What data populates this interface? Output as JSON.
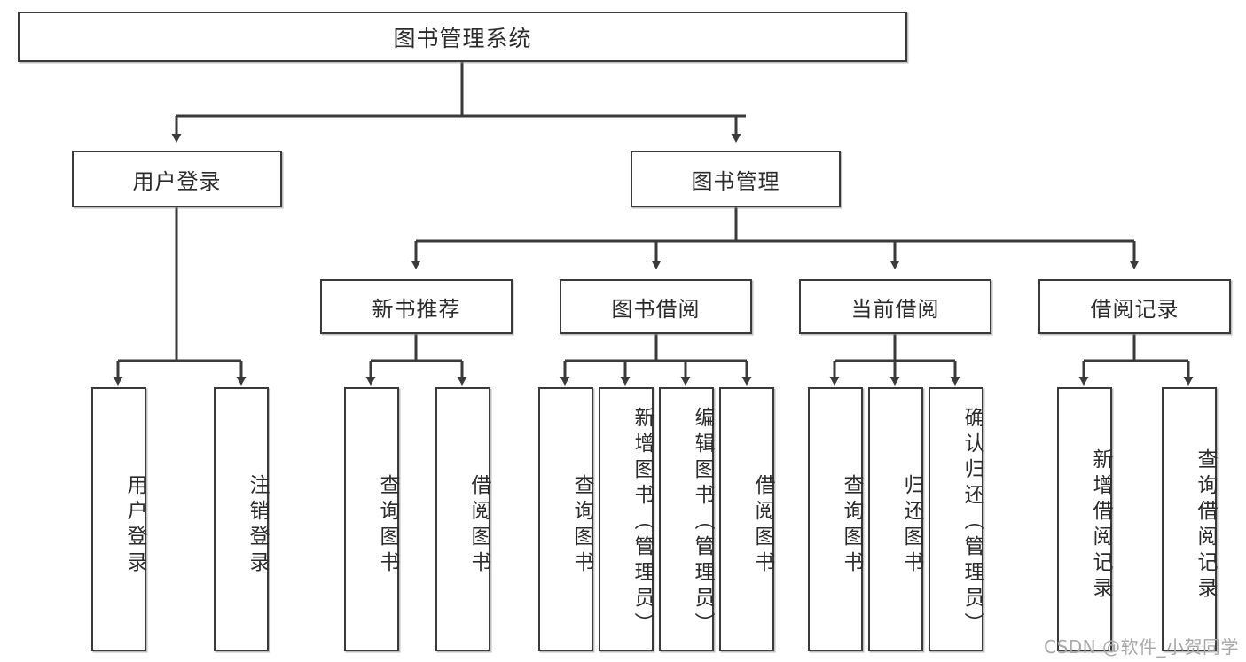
{
  "diagram": {
    "title": "图书管理系统",
    "type": "tree-hierarchy",
    "watermark": "CSDN @软件_小贺同学",
    "colors": {
      "border": "#3a3a3a",
      "background": "#ffffff",
      "text": "#2b2b2b",
      "watermark": "#a8a8a8"
    },
    "levels": {
      "level1": [
        {
          "id": "root",
          "label": "图书管理系统"
        }
      ],
      "level2": [
        {
          "id": "user-login",
          "label": "用户登录",
          "parent": "root"
        },
        {
          "id": "book-manage",
          "label": "图书管理",
          "parent": "root"
        }
      ],
      "level3": [
        {
          "id": "new-book-rec",
          "label": "新书推荐",
          "parent": "book-manage"
        },
        {
          "id": "book-borrow",
          "label": "图书借阅",
          "parent": "book-manage"
        },
        {
          "id": "current-borrow",
          "label": "当前借阅",
          "parent": "book-manage"
        },
        {
          "id": "borrow-record",
          "label": "借阅记录",
          "parent": "book-manage"
        }
      ],
      "level4": [
        {
          "id": "leaf-user-login",
          "label": "用户登录",
          "parent": "user-login"
        },
        {
          "id": "leaf-logout",
          "label": "注销登录",
          "parent": "user-login"
        },
        {
          "id": "leaf-query-book-1",
          "label": "查询图书",
          "parent": "new-book-rec"
        },
        {
          "id": "leaf-borrow-book-1",
          "label": "借阅图书",
          "parent": "new-book-rec"
        },
        {
          "id": "leaf-query-book-2",
          "label": "查询图书",
          "parent": "book-borrow"
        },
        {
          "id": "leaf-add-book",
          "label": "新增图书（管理员）",
          "parent": "book-borrow"
        },
        {
          "id": "leaf-edit-book",
          "label": "编辑图书（管理员）",
          "parent": "book-borrow"
        },
        {
          "id": "leaf-borrow-book-2",
          "label": "借阅图书",
          "parent": "book-borrow"
        },
        {
          "id": "leaf-query-book-3",
          "label": "查询图书",
          "parent": "current-borrow"
        },
        {
          "id": "leaf-return-book",
          "label": "归还图书",
          "parent": "current-borrow"
        },
        {
          "id": "leaf-confirm-return",
          "label": "确认归还（管理员）",
          "parent": "current-borrow"
        },
        {
          "id": "leaf-add-record",
          "label": "新增借阅记录",
          "parent": "borrow-record"
        },
        {
          "id": "leaf-query-record",
          "label": "查询借阅记录",
          "parent": "borrow-record"
        }
      ]
    }
  }
}
